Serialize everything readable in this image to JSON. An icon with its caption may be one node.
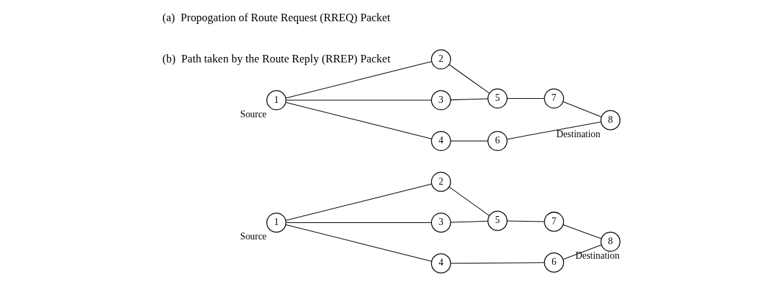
{
  "diagram": {
    "nodes": [
      {
        "text": [
          "1"
        ],
        "beside": [
          "Source"
        ]
      },
      {
        "text": [
          "2"
        ]
      },
      {
        "text": [
          "3"
        ]
      },
      {
        "text": [
          "4"
        ]
      },
      {
        "text": [
          "5"
        ]
      },
      {
        "text": [
          "6"
        ]
      },
      {
        "text": [
          "7"
        ]
      },
      {
        "text": [
          "8"
        ],
        "beside": [
          "Destination"
        ]
      },
      {
        "text": [
          "1"
        ],
        "beside": [
          "Source"
        ]
      },
      {
        "text": [
          "2"
        ]
      },
      {
        "text": [
          "3"
        ]
      },
      {
        "text": [
          "4"
        ]
      },
      {
        "text": [
          "5"
        ]
      },
      {
        "text": [
          "6"
        ]
      },
      {
        "text": [
          "7"
        ]
      },
      {
        "text": [
          "8"
        ],
        "beside": [
          "Destination"
        ]
      }
    ],
    "edges": [
      {
        "from": 0,
        "to": 1,
        "arrow": "none"
      },
      {
        "from": 1,
        "to": 4,
        "arrow": "none"
      },
      {
        "from": 0,
        "to": 2,
        "arrow": "none"
      },
      {
        "from": 2,
        "to": 4,
        "arrow": "none"
      },
      {
        "from": 4,
        "to": 6,
        "arrow": "none"
      },
      {
        "from": 6,
        "to": 7,
        "arrow": "none"
      },
      {
        "from": 0,
        "to": 3,
        "arrow": "none"
      },
      {
        "from": 3,
        "to": 5,
        "arrow": "none"
      },
      {
        "from": 5,
        "to": 7,
        "arrow": "none"
      },
      {
        "from": 8,
        "to": 9,
        "arrow": "none"
      },
      {
        "from": 9,
        "to": 12,
        "arrow": "none"
      },
      {
        "from": 8,
        "to": 10,
        "arrow": "none"
      },
      {
        "from": 10,
        "to": 12,
        "arrow": "none"
      },
      {
        "from": 12,
        "to": 14,
        "arrow": "none"
      },
      {
        "from": 14,
        "to": 15,
        "arrow": "none"
      },
      {
        "from": 8,
        "to": 11,
        "arrow": "none"
      },
      {
        "from": 11,
        "to": 13,
        "arrow": "none"
      },
      {
        "from": 13,
        "to": 15,
        "arrow": "none"
      }
    ],
    "labels": [
      "(b)  Path taken by the Route Reply (RREP) Packet",
      "(a)  Propogation of Route Request (RREQ) Packet"
    ]
  }
}
